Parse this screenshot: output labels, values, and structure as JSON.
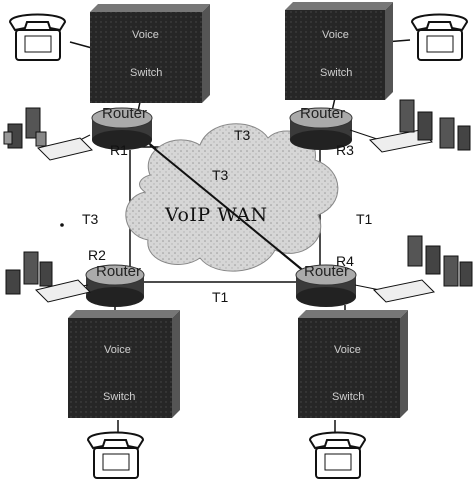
{
  "cloud": {
    "label": "VoIP WAN"
  },
  "links": {
    "r1_r3": "T3",
    "r1_r4_upper": "T3",
    "r1_r2": "T3",
    "r3_r4": "T1",
    "r2_r4": "T1"
  },
  "routers": [
    {
      "id": "R1",
      "word": "Router"
    },
    {
      "id": "R3",
      "word": "Router"
    },
    {
      "id": "R2",
      "word": "Router"
    },
    {
      "id": "R4",
      "word": "Router"
    }
  ],
  "switches": [
    {
      "line1": "Voice",
      "line2": "Switch"
    },
    {
      "line1": "Voice",
      "line2": "Switch"
    },
    {
      "line1": "Voice",
      "line2": "Switch"
    },
    {
      "line1": "Voice",
      "line2": "Switch"
    }
  ],
  "colors": {
    "switch_fill": "#2b2b2b",
    "router_fill": "#3a3a3a",
    "cloud_fill": "#dcdcdc",
    "line": "#111111"
  }
}
